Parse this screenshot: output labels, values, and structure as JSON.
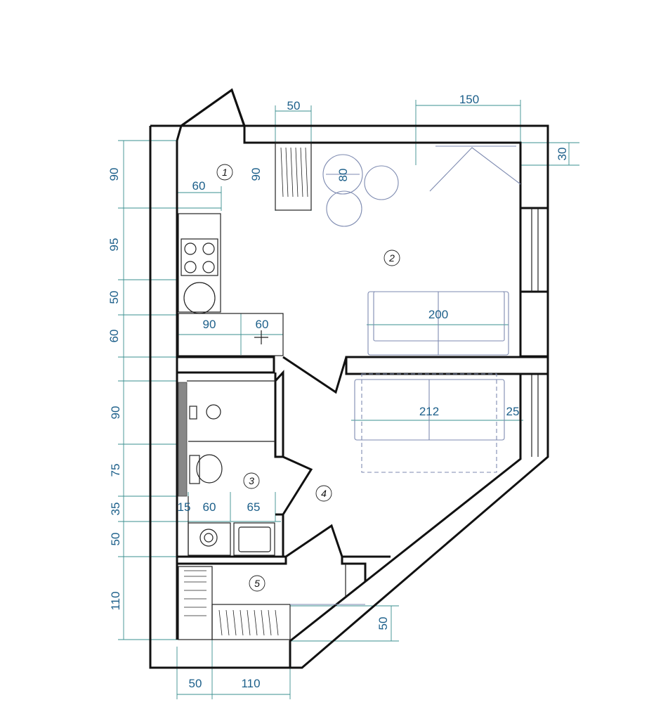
{
  "rooms": [
    "1",
    "2",
    "3",
    "4",
    "5"
  ],
  "dims": {
    "top_50": "50",
    "top_150": "150",
    "right_30": "30",
    "left_90": "90",
    "left_95": "95",
    "left_50": "50",
    "left_60": "60",
    "left_90b": "90",
    "left_75": "75",
    "left_35": "35",
    "left_50b": "50",
    "left_110": "110",
    "counter_60": "60",
    "fridge_90": "90",
    "table_80": "80",
    "sofa_200": "200",
    "counter_90": "90",
    "counter_60b": "60",
    "bed_212": "212",
    "bed_25": "25",
    "bath_15": "15",
    "bath_60": "60",
    "bath_65": "65",
    "hall_50": "50",
    "bottom_50": "50",
    "bottom_110": "110"
  }
}
